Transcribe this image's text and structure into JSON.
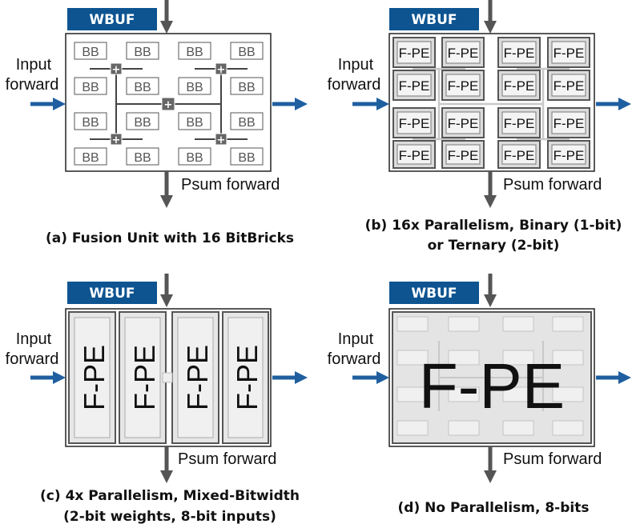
{
  "labels": {
    "wbuf": "WBUF",
    "input_line1": "Input",
    "input_line2": "forward",
    "psum": "Psum forward",
    "bb": "BB",
    "plus": "+",
    "fpe": "F-PE"
  },
  "panels": {
    "a": {
      "caption": [
        "(a) Fusion Unit with 16 BitBricks"
      ]
    },
    "b": {
      "caption": [
        "(b) 16x Parallelism, Binary (1-bit)",
        "or Ternary (2-bit)"
      ]
    },
    "c": {
      "caption": [
        "(c) 4x Parallelism, Mixed-Bitwidth",
        "(2-bit weights, 8-bit inputs)"
      ]
    },
    "d": {
      "caption": [
        "(d) No Parallelism, 8-bits"
      ]
    }
  },
  "colors": {
    "wbuf_fill": "#0d5491",
    "arrow_blue": "#1f5fa0",
    "arrow_gray": "#555555",
    "node_fill": "#666666",
    "grid_light": "#c8c8c8",
    "fpe_fill": "#eeeeee"
  }
}
